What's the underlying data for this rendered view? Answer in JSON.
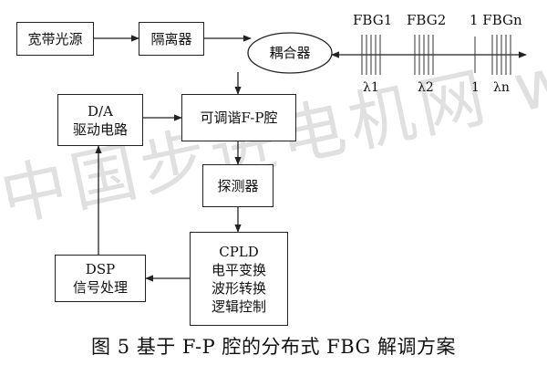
{
  "blocks": {
    "broadband_source": "宽带光源",
    "isolator": "隔离器",
    "coupler": "耦合器",
    "da_driver": [
      "D/A",
      "驱动电路"
    ],
    "tunable_fp": "可调谐F-P腔",
    "detector": "探测器",
    "dsp": [
      "DSP",
      "信号处理"
    ],
    "cpld": [
      "CPLD",
      "电平变换",
      "波形转换",
      "逻辑控制"
    ]
  },
  "fbg": {
    "labels": [
      "FBG1",
      "FBG2",
      "1 FBGn"
    ],
    "wavelengths": [
      "λ1",
      "λ2",
      "1",
      "λn"
    ]
  },
  "caption": "图 5  基于 F-P 腔的分布式 FBG 解调方案",
  "watermark": "中国步进电机网  www.zgbjdj.com"
}
